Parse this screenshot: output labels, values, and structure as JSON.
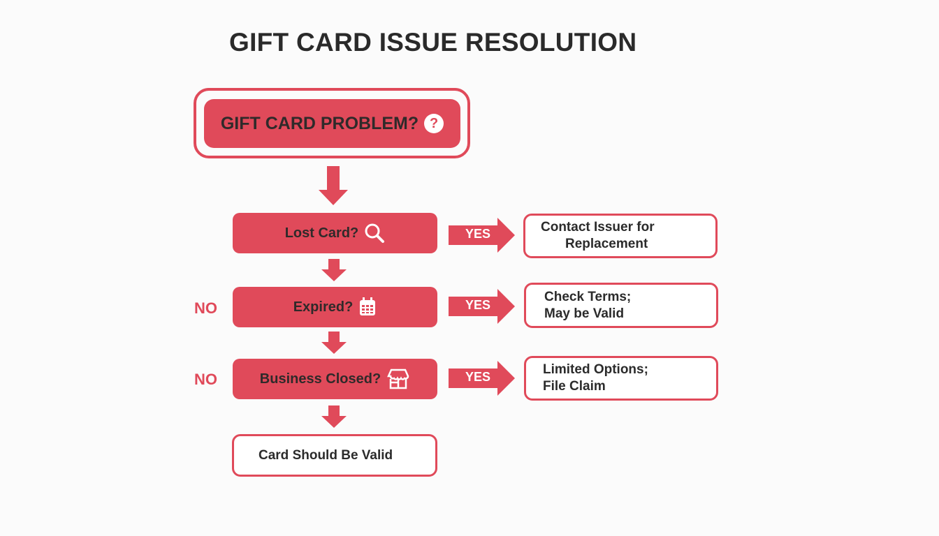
{
  "title": "GIFT CARD ISSUE RESOLUTION",
  "start": {
    "label": "GIFT CARD PROBLEM?",
    "icon": "question-icon",
    "icon_text": "?"
  },
  "decisions": [
    {
      "label": "Lost Card?",
      "icon": "magnifier-icon",
      "yes_label": "YES",
      "no_label": null,
      "outcome": [
        "Contact Issuer for",
        "Replacement"
      ]
    },
    {
      "label": "Expired?",
      "icon": "calendar-icon",
      "yes_label": "YES",
      "no_label": "NO",
      "outcome": [
        "Check Terms;",
        "May be Valid"
      ]
    },
    {
      "label": "Business Closed?",
      "icon": "storefront-icon",
      "yes_label": "YES",
      "no_label": "NO",
      "outcome": [
        "Limited Options;",
        "File Claim"
      ]
    }
  ],
  "end": {
    "label": "Card Should Be Valid"
  },
  "colors": {
    "accent": "#e04a5a",
    "text": "#2b2b2b",
    "background": "#fbfbfb"
  }
}
